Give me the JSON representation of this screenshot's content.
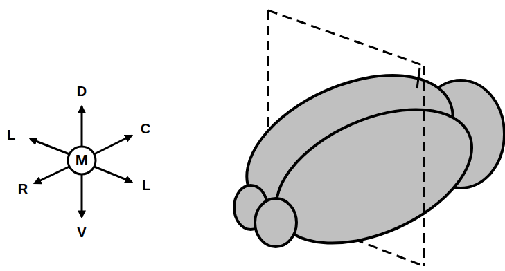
{
  "diagram": {
    "nodes": [
      {
        "text": [
          "M"
        ]
      }
    ],
    "labels": [
      "D",
      "L",
      "C",
      "L",
      "R",
      "V"
    ]
  }
}
